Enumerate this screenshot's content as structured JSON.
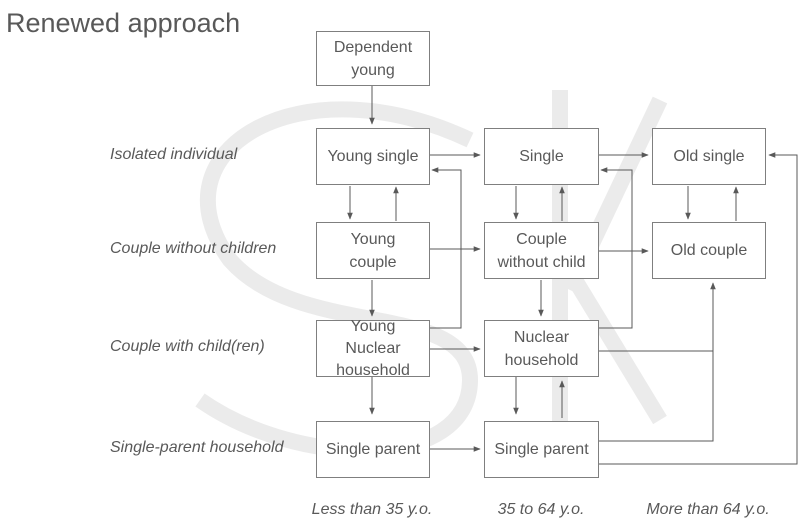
{
  "title": "Renewed approach",
  "rows": [
    "Isolated individual",
    "Couple without children",
    "Couple with child(ren)",
    "Single-parent household"
  ],
  "columns": [
    "Less than 35 y.o.",
    "35 to 64 y.o.",
    "More than 64 y.o."
  ],
  "nodes": {
    "dependent_young": "Dependent\nyoung",
    "young_single": "Young single",
    "young_couple": "Young\ncouple",
    "young_nuclear": "Young\nNuclear\nhousehold",
    "young_single_parent": "Single parent",
    "single": "Single",
    "couple_without_child": "Couple\nwithout child",
    "nuclear_household": "Nuclear\nhousehold",
    "single_parent": "Single parent",
    "old_single": "Old single",
    "old_couple": "Old couple"
  },
  "watermark": "SK"
}
